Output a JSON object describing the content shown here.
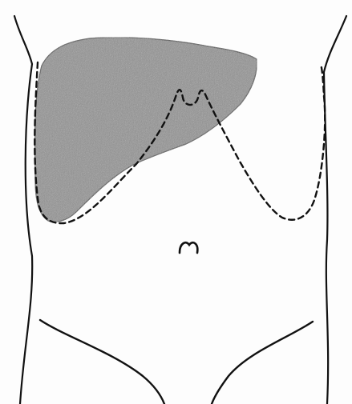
{
  "colors": {
    "paper": "#fdfdfd",
    "ink": "#111111",
    "liver_fill": "#8e8e8e",
    "liver_texture": "#6f6f6f"
  },
  "figure": {
    "subject": "pencil-drawing-torso-with-shaded-liver",
    "elements": [
      "torso-outline",
      "liver-shaded-region",
      "rib-margin-dashed-line",
      "navel",
      "pelvic-lines"
    ]
  }
}
